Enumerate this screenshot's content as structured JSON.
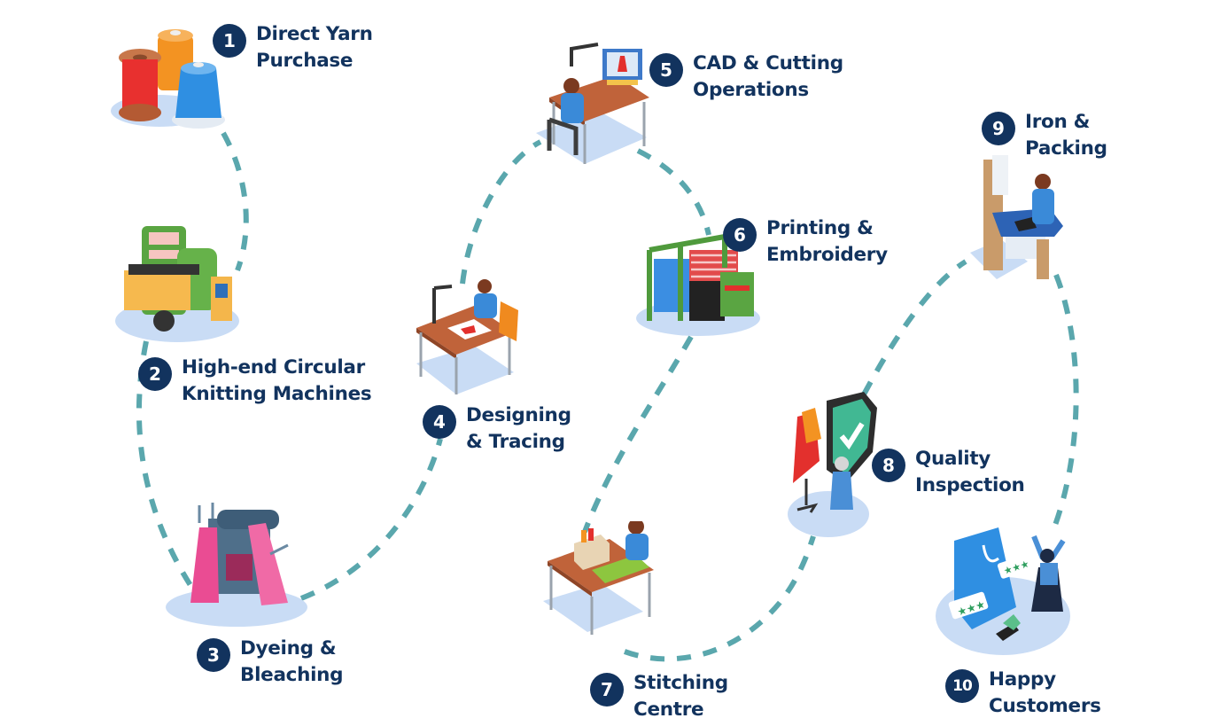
{
  "diagram": {
    "type": "process-flow",
    "connector": {
      "style": "dashed-curve",
      "color": "#5aa7ad"
    },
    "colors": {
      "badge": "#12335e",
      "label": "#12335e",
      "platform": "#c9dcf5"
    },
    "steps": [
      {
        "number": "1",
        "line1": "Direct Yarn",
        "line2": "Purchase",
        "icon": "yarn-spools-icon"
      },
      {
        "number": "2",
        "line1": "High-end Circular",
        "line2": "Knitting Machines",
        "icon": "knitting-machine-icon"
      },
      {
        "number": "3",
        "line1": "Dyeing &",
        "line2": "Bleaching",
        "icon": "dyeing-machine-icon"
      },
      {
        "number": "4",
        "line1": "Designing",
        "line2": "& Tracing",
        "icon": "designer-desk-icon"
      },
      {
        "number": "5",
        "line1": "CAD & Cutting",
        "line2": "Operations",
        "icon": "cad-workstation-icon"
      },
      {
        "number": "6",
        "line1": "Printing &",
        "line2": "Embroidery",
        "icon": "printing-machine-icon"
      },
      {
        "number": "7",
        "line1": "Stitching",
        "line2": "Centre",
        "icon": "sewing-station-icon"
      },
      {
        "number": "8",
        "line1": "Quality",
        "line2": "Inspection",
        "icon": "quality-shield-icon"
      },
      {
        "number": "9",
        "line1": "Iron &",
        "line2": "Packing",
        "icon": "ironing-station-icon"
      },
      {
        "number": "10",
        "line1": "Happy",
        "line2": "Customers",
        "icon": "happy-customer-icon"
      }
    ]
  }
}
